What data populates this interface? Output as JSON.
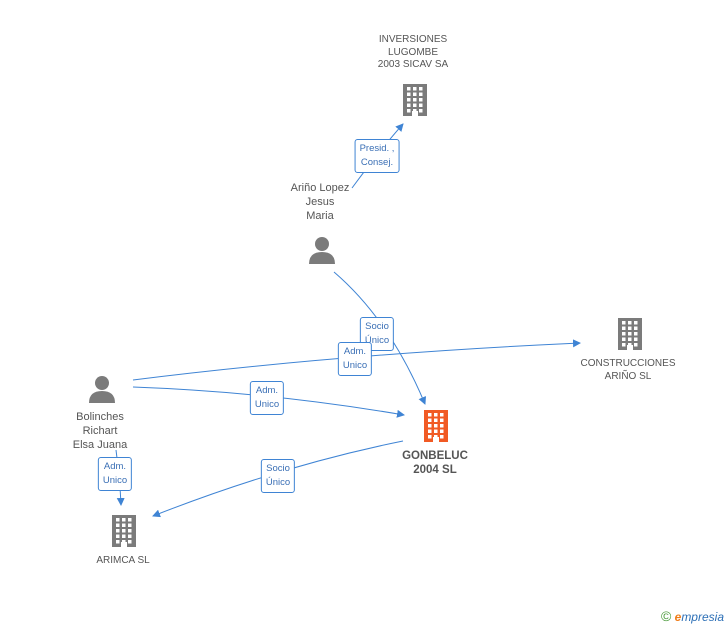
{
  "colors": {
    "edge": "#3f84d4",
    "company_icon": "#7b7b7b",
    "person_icon": "#7b7b7b",
    "focus_company_icon": "#f15a24",
    "label_text": "#555555"
  },
  "nodes": {
    "inversiones": {
      "label": "INVERSIONES\nLUGOMBE\n2003 SICAV SA",
      "icon": "building-icon",
      "type": "company"
    },
    "arino_lopez": {
      "label": "Ariño Lopez\nJesus\nMaria",
      "icon": "person-icon",
      "type": "person"
    },
    "construcciones": {
      "label": "CONSTRUCCIONES\nARIÑO SL",
      "icon": "building-icon",
      "type": "company"
    },
    "bolinches": {
      "label": "Bolinches\nRichart\nElsa Juana",
      "icon": "person-icon",
      "type": "person"
    },
    "gonbeluc": {
      "label": "GONBELUC\n2004 SL",
      "icon": "building-icon",
      "type": "focus-company"
    },
    "arimca": {
      "label": "ARIMCA SL",
      "icon": "building-icon",
      "type": "company"
    }
  },
  "edges": [
    {
      "id": "arino-inversiones",
      "label": "Presid. ,\nConsej."
    },
    {
      "id": "arino-gonbeluc",
      "label": "Socio\nÚnico"
    },
    {
      "id": "bolinches-construcciones",
      "label": "Adm.\nUnico"
    },
    {
      "id": "bolinches-gonbeluc",
      "label": "Adm.\nUnico"
    },
    {
      "id": "bolinches-arimca",
      "label": "Adm.\nUnico"
    },
    {
      "id": "gonbeluc-arimca",
      "label": "Socio\nÚnico"
    }
  ],
  "footer": {
    "copyright": "©",
    "brand_initial": "e",
    "brand_rest": "mpresia"
  }
}
